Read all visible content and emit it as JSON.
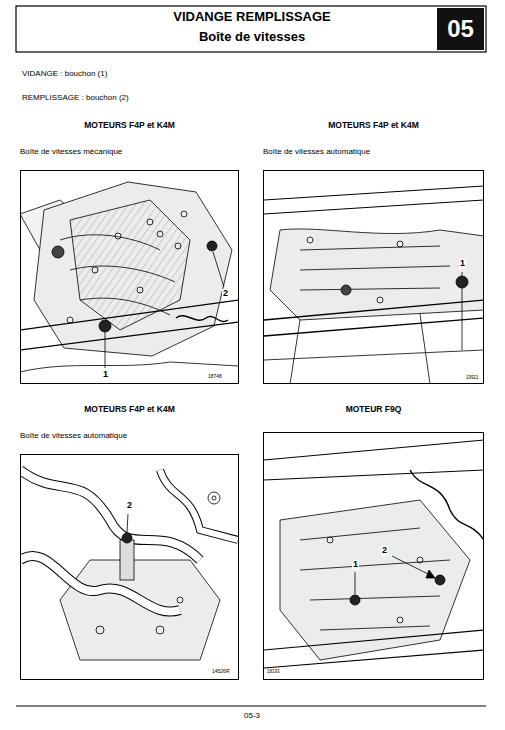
{
  "diagram": {
    "title": "VIDANGE REMPLISSAGE",
    "nodes": [
      {
        "text": [
          "05"
        ]
      },
      {
        "text": [
          "MOTEURS F4P et K4M",
          "Boîte de vitesses mécanique"
        ]
      },
      {
        "text": [
          "MOTEURS F4P et K4M",
          "Boîte de vitesses automatique"
        ]
      },
      {
        "text": [
          "MOTEURS F4P et K4M",
          "Boîte de vitesses automatique"
        ]
      },
      {
        "text": [
          "MOTEUR F9Q"
        ]
      }
    ],
    "labels": [
      "Boîte de vitesses",
      "VIDANGE : bouchon (1)",
      "REMPLISSAGE : bouchon (2)",
      "1",
      "2",
      "18748",
      "1",
      "19921",
      "2",
      "14526R",
      "1",
      "2",
      "18193",
      "05-3"
    ]
  }
}
